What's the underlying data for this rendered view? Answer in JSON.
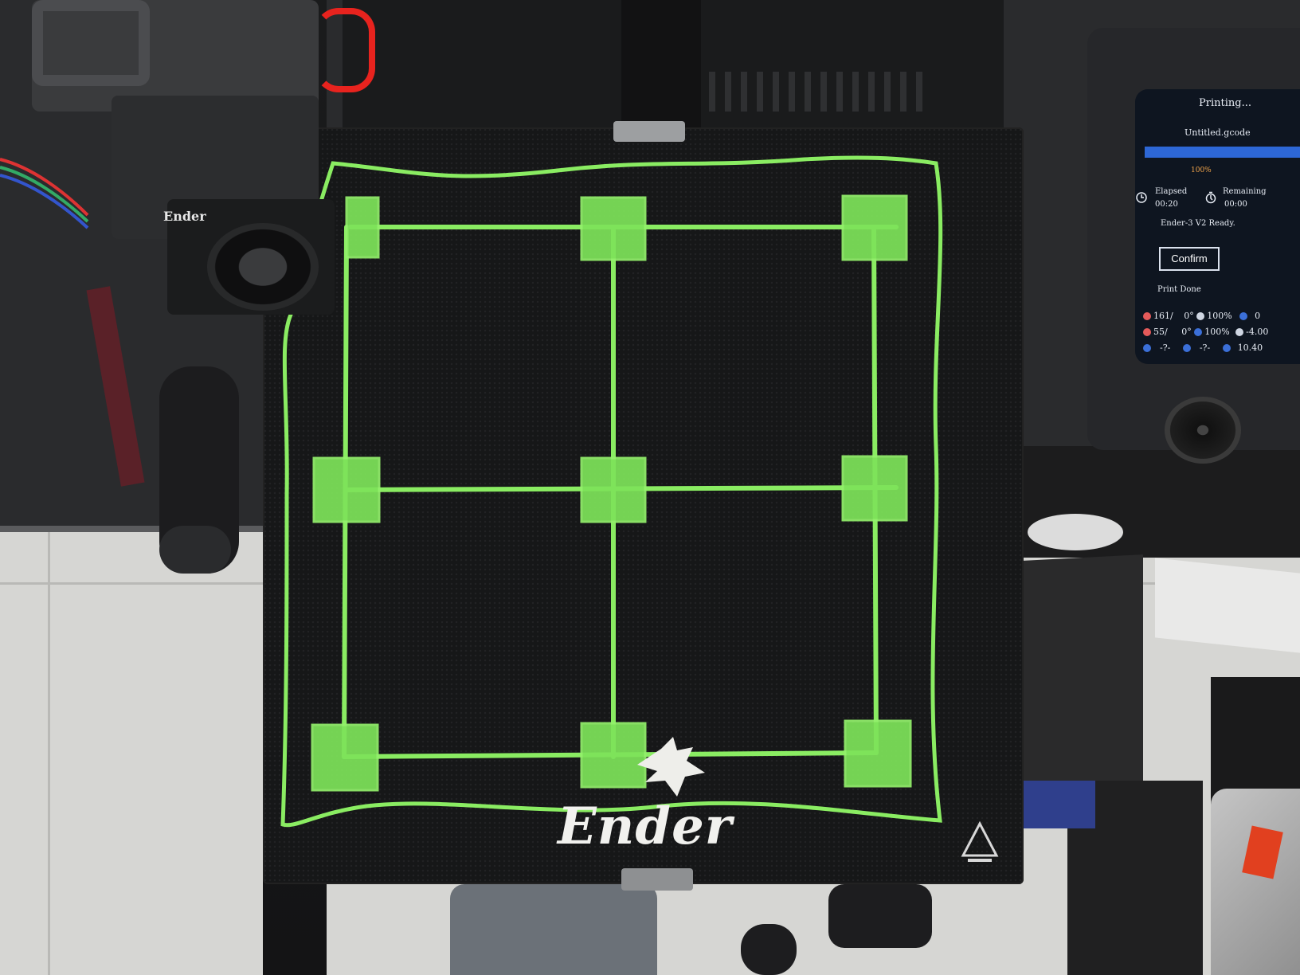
{
  "bed": {
    "brand": "Ender"
  },
  "toolhead": {
    "brand": "Ender"
  },
  "lcd": {
    "title": "Printing...",
    "filename": "Untitled.gcode",
    "progress_percent": 100,
    "progress_label": "100%",
    "elapsed_label": "Elapsed",
    "elapsed_value": "00:20",
    "remaining_label": "Remaining",
    "remaining_value": "00:00",
    "status": "Ender-3 V2 Ready.",
    "confirm_button": "Confirm",
    "print_done": "Print Done",
    "row1": {
      "nozzle_temp": "161/",
      "nozzle_target": "0°",
      "speed": "100%",
      "fan": "0"
    },
    "row2": {
      "bed_temp": "55/",
      "bed_target": "0°",
      "flow": "100%",
      "z_offset": "-4.00"
    },
    "row3": {
      "x": "-?-",
      "y": "-?-",
      "z": "10.40"
    },
    "colors": {
      "screen_bg": "#0e1520",
      "progress_fill": "#2d67d6",
      "progress_text": "#f0a34a"
    }
  },
  "filament_color": "#8aec62",
  "icons": [
    "clock-icon",
    "remaining-icon",
    "dragon-logo-icon",
    "warning-triangle-icon",
    "knob"
  ]
}
